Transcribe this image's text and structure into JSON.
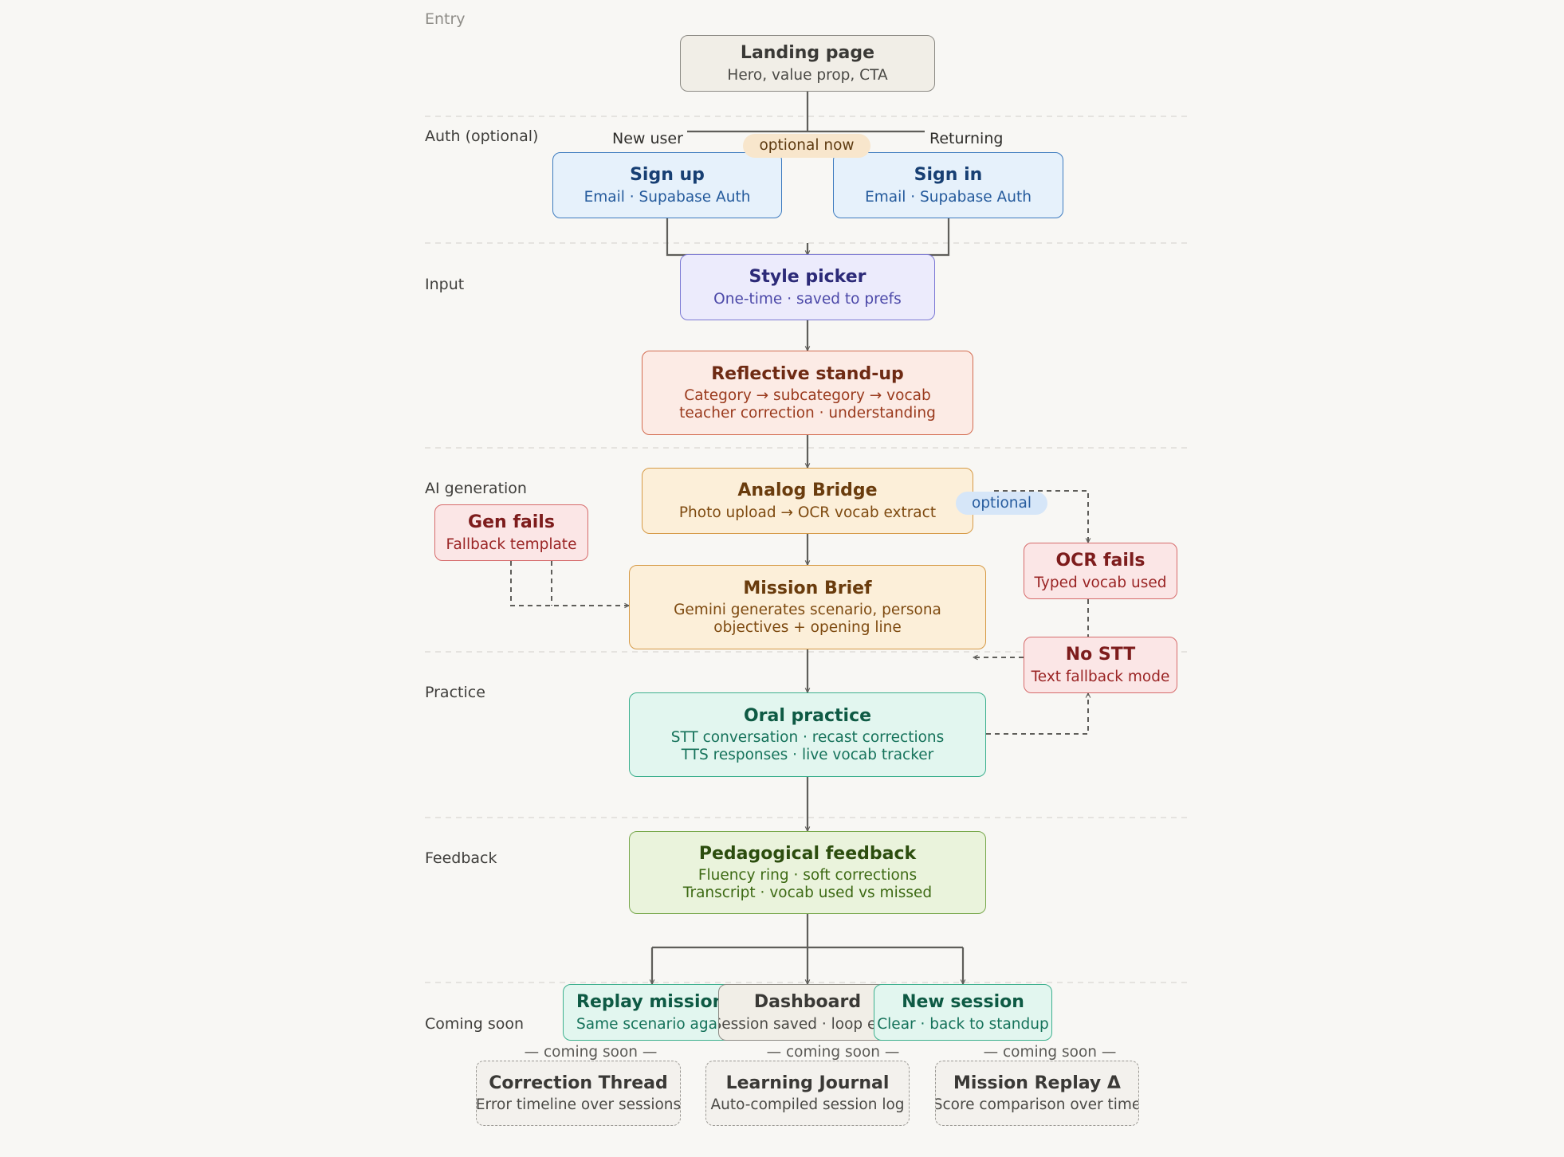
{
  "lanes": {
    "entry": "Entry",
    "auth": "Auth (optional)",
    "input": "Input",
    "ai": "AI generation",
    "practice": "Practice",
    "feedback": "Feedback",
    "coming": "Coming soon"
  },
  "nodes": {
    "landing": {
      "title": "Landing page",
      "sub": "Hero, value prop, CTA"
    },
    "signup": {
      "title": "Sign up",
      "sub": "Email · Supabase Auth"
    },
    "signin": {
      "title": "Sign in",
      "sub": "Email · Supabase Auth"
    },
    "style_picker": {
      "title": "Style picker",
      "sub": "One-time · saved to prefs"
    },
    "standup": {
      "title": "Reflective stand-up",
      "sub1": "Category → subcategory → vocab",
      "sub2": "teacher correction · understanding"
    },
    "analog": {
      "title": "Analog Bridge",
      "sub": "Photo upload → OCR vocab extract"
    },
    "gen_fails": {
      "title": "Gen fails",
      "sub": "Fallback template"
    },
    "mission": {
      "title": "Mission Brief",
      "sub1": "Gemini generates scenario, persona",
      "sub2": "objectives + opening line"
    },
    "ocr_fails": {
      "title": "OCR fails",
      "sub": "Typed vocab used"
    },
    "no_stt": {
      "title": "No STT",
      "sub": "Text fallback mode"
    },
    "oral": {
      "title": "Oral practice",
      "sub1": "STT conversation · recast corrections",
      "sub2": "TTS responses · live vocab tracker"
    },
    "feedback": {
      "title": "Pedagogical feedback",
      "sub1": "Fluency ring · soft corrections",
      "sub2": "Transcript · vocab used vs missed"
    },
    "replay": {
      "title": "Replay mission",
      "sub": "Same scenario again"
    },
    "dashboard": {
      "title": "Dashboard",
      "sub": "Session saved · loop ends"
    },
    "new_session": {
      "title": "New session",
      "sub": "Clear · back to standup"
    },
    "correction": {
      "title": "Correction Thread",
      "sub": "Error timeline over sessions"
    },
    "journal": {
      "title": "Learning Journal",
      "sub": "Auto-compiled session log"
    },
    "mission_replay": {
      "title": "Mission Replay Δ",
      "sub": "Score comparison over time"
    }
  },
  "labels": {
    "new_user": "New user",
    "returning": "Returning",
    "optional_now": "optional now",
    "optional": "optional",
    "coming_soon": "— coming soon —"
  },
  "colors": {
    "background": "#f8f7f4",
    "edge": "#5f5e5a",
    "lane_divider": "#d9d7d2"
  }
}
